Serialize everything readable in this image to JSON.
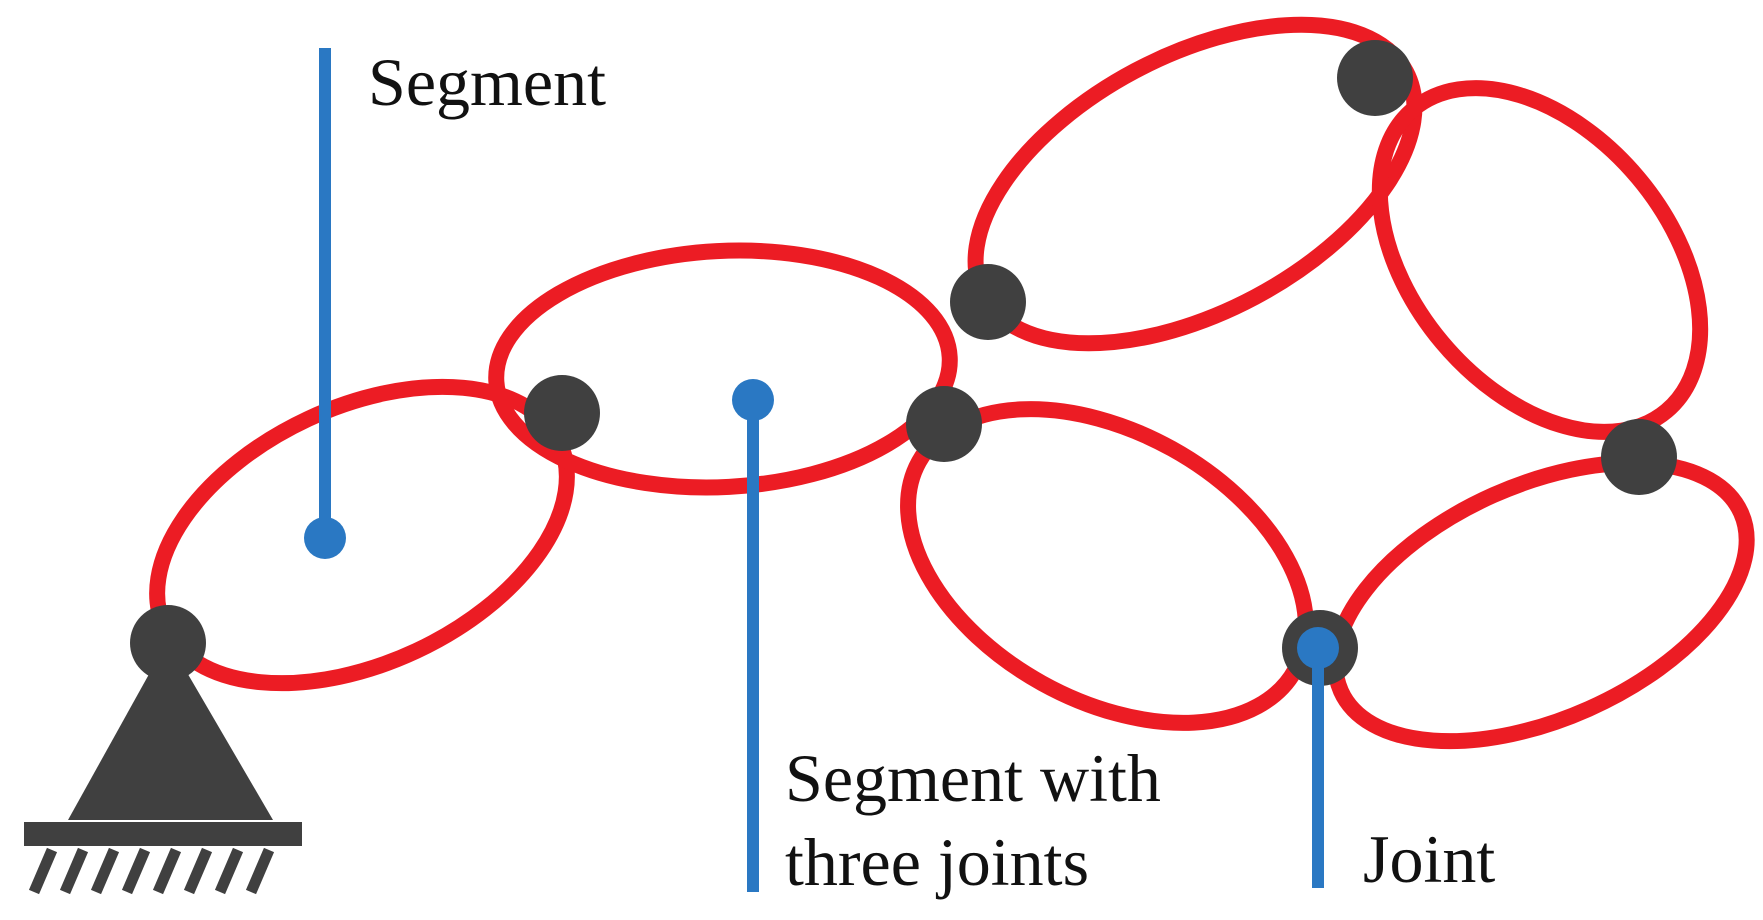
{
  "colors": {
    "segment": "#ec1c24",
    "joint": "#404040",
    "leader": "#2a78c3",
    "label": "#111111",
    "ground": "#404040"
  },
  "labels": {
    "segment": "Segment",
    "segment_three_joints_line1": "Segment with",
    "segment_three_joints_line2": "three joints",
    "joint": "Joint"
  }
}
